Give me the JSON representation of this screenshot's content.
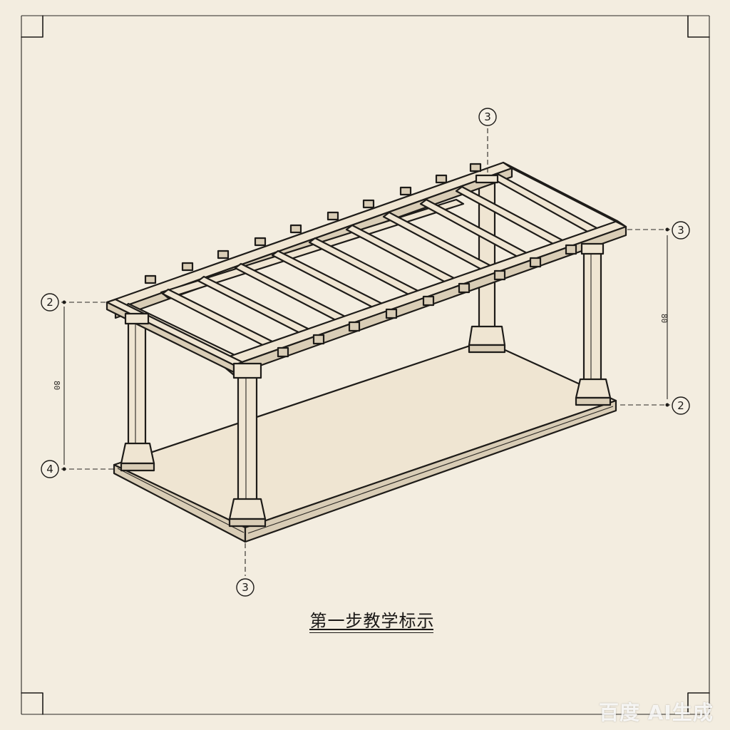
{
  "caption": "第一步教学标示",
  "watermark": "百度 AI生成",
  "callouts": {
    "top_right_upper": "3",
    "top_right_side": "3",
    "right_lower": "2",
    "left_upper": "2",
    "left_lower": "4",
    "bottom": "3"
  },
  "dimensions": {
    "left_height": "80",
    "right_height": "80"
  },
  "colors": {
    "paper": "#f3ede0",
    "ink": "#1e1c19"
  }
}
